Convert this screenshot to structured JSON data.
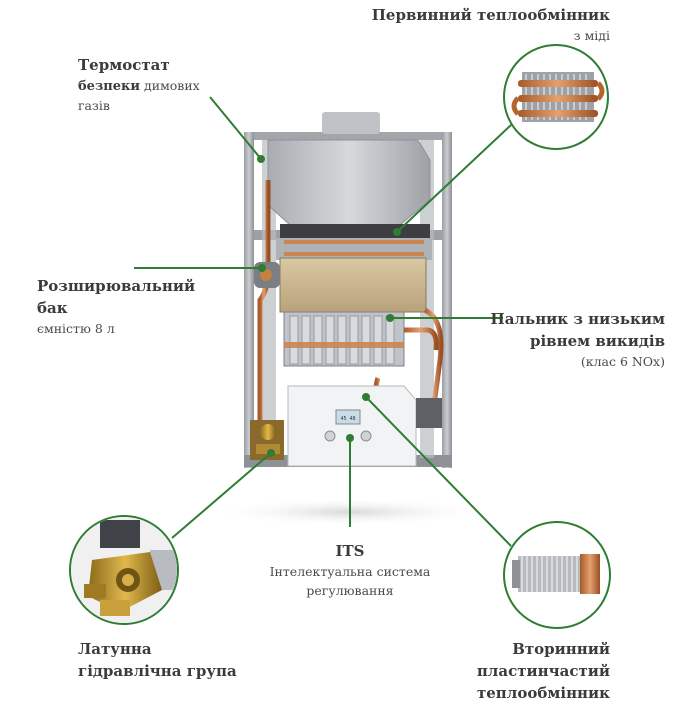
{
  "colors": {
    "leader": "#2e7d32",
    "dot": "#2e7d32",
    "circle_stroke": "#2e7d32"
  },
  "callouts": {
    "primary_hx": {
      "title": "Первинний теплообмінник",
      "sub": "з міді"
    },
    "thermostat": {
      "title": "Термостат",
      "sub_bold": "безпеки",
      "sub_rest": " димових",
      "sub2": "газів"
    },
    "expansion": {
      "title1": "Розширювальний",
      "title2": "бак",
      "sub": "ємністю 8 л"
    },
    "burner": {
      "title1": "Пальник з низьким",
      "title2": "рівнем викидів",
      "sub": "(клас 6 NOx)"
    },
    "its": {
      "title": "ITS",
      "sub1": "Інтелектуальна система",
      "sub2": "регулювання"
    },
    "brass": {
      "title1": "Латунна",
      "title2": "гідравлічна група"
    },
    "secondary_hx": {
      "title1": "Вторинний",
      "title2": "пластинчастий",
      "title3": "теплообмінник"
    }
  },
  "boiler": {
    "display_text": "45 48"
  },
  "icons": [
    "copper-coil-icon",
    "brass-valve-icon",
    "plate-heat-exchanger-icon"
  ]
}
